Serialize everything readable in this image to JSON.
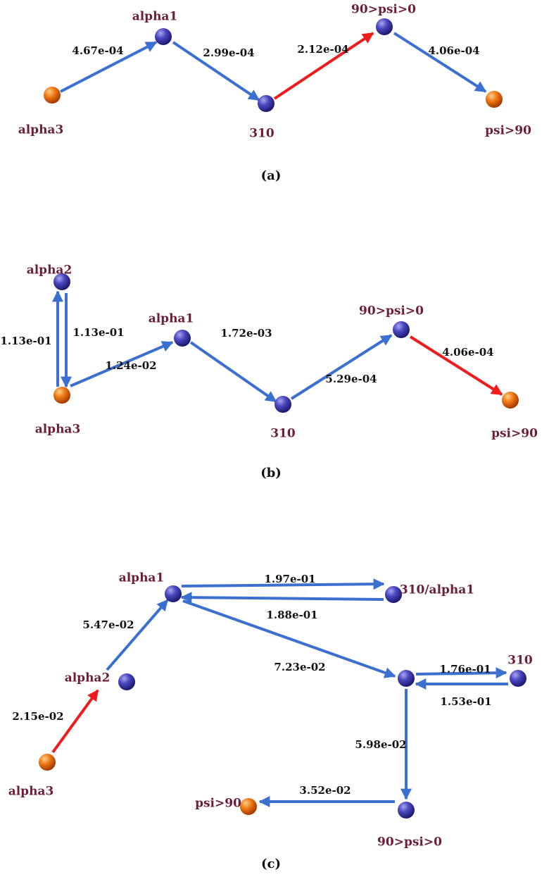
{
  "colors": {
    "node_blue": "#3d3aa8",
    "node_orange": "#e8600c",
    "arrow_blue": "#3b6fd0",
    "arrow_red": "#ee1c1c",
    "node_label": "#6b1d3a",
    "edge_label": "#111111"
  },
  "panels": [
    {
      "id": "a",
      "caption": "(a)",
      "nodes": [
        {
          "id": "alpha3",
          "label": "alpha3",
          "color": "orange"
        },
        {
          "id": "alpha1",
          "label": "alpha1",
          "color": "blue"
        },
        {
          "id": "310",
          "label": "310",
          "color": "blue"
        },
        {
          "id": "psi0",
          "label": "90>psi>0",
          "color": "blue"
        },
        {
          "id": "psi90",
          "label": "psi>90",
          "color": "orange"
        }
      ],
      "edges": [
        {
          "from": "alpha3",
          "to": "alpha1",
          "label": "4.67e-04",
          "color": "blue"
        },
        {
          "from": "alpha1",
          "to": "310",
          "label": "2.99e-04",
          "color": "blue"
        },
        {
          "from": "310",
          "to": "psi0",
          "label": "2.12e-04",
          "color": "red"
        },
        {
          "from": "psi0",
          "to": "psi90",
          "label": "4.06e-04",
          "color": "blue"
        }
      ]
    },
    {
      "id": "b",
      "caption": "(b)",
      "nodes": [
        {
          "id": "alpha2",
          "label": "alpha2",
          "color": "blue"
        },
        {
          "id": "alpha3",
          "label": "alpha3",
          "color": "orange"
        },
        {
          "id": "alpha1",
          "label": "alpha1",
          "color": "blue"
        },
        {
          "id": "310",
          "label": "310",
          "color": "blue"
        },
        {
          "id": "psi0",
          "label": "90>psi>0",
          "color": "blue"
        },
        {
          "id": "psi90",
          "label": "psi>90",
          "color": "orange"
        }
      ],
      "edges": [
        {
          "from": "alpha3",
          "to": "alpha2",
          "label": "1.13e-01",
          "color": "blue"
        },
        {
          "from": "alpha2",
          "to": "alpha3",
          "label": "1.13e-01",
          "color": "blue"
        },
        {
          "from": "alpha3",
          "to": "alpha1",
          "label": "1.24e-02",
          "color": "blue"
        },
        {
          "from": "alpha1",
          "to": "310",
          "label": "1.72e-03",
          "color": "blue"
        },
        {
          "from": "310",
          "to": "psi0",
          "label": "5.29e-04",
          "color": "blue"
        },
        {
          "from": "psi0",
          "to": "psi90",
          "label": "4.06e-04",
          "color": "red"
        }
      ]
    },
    {
      "id": "c",
      "caption": "(c)",
      "nodes": [
        {
          "id": "alpha1",
          "label": "alpha1",
          "color": "blue"
        },
        {
          "id": "310alpha1",
          "label": "310/alpha1",
          "color": "blue"
        },
        {
          "id": "alpha2",
          "label": "alpha2",
          "color": "blue"
        },
        {
          "id": "mid",
          "label": "",
          "color": "blue"
        },
        {
          "id": "310",
          "label": "310",
          "color": "blue"
        },
        {
          "id": "alpha3",
          "label": "alpha3",
          "color": "orange"
        },
        {
          "id": "psi90",
          "label": "psi>90",
          "color": "orange"
        },
        {
          "id": "psi0",
          "label": "90>psi>0",
          "color": "blue"
        }
      ],
      "edges": [
        {
          "from": "alpha1",
          "to": "310alpha1",
          "label": "1.97e-01",
          "color": "blue"
        },
        {
          "from": "310alpha1",
          "to": "alpha1",
          "label": "1.88e-01",
          "color": "blue"
        },
        {
          "from": "alpha2",
          "to": "alpha1",
          "label": "5.47e-02",
          "color": "blue"
        },
        {
          "from": "alpha1",
          "to": "mid",
          "label": "7.23e-02",
          "color": "blue"
        },
        {
          "from": "mid",
          "to": "310",
          "label": "1.76e-01",
          "color": "blue"
        },
        {
          "from": "310",
          "to": "mid",
          "label": "1.53e-01",
          "color": "blue"
        },
        {
          "from": "alpha3",
          "to": "alpha2",
          "label": "2.15e-02",
          "color": "red"
        },
        {
          "from": "mid",
          "to": "psi0",
          "label": "5.98e-02",
          "color": "blue"
        },
        {
          "from": "psi0",
          "to": "psi90",
          "label": "3.52e-02",
          "color": "blue"
        }
      ]
    }
  ]
}
